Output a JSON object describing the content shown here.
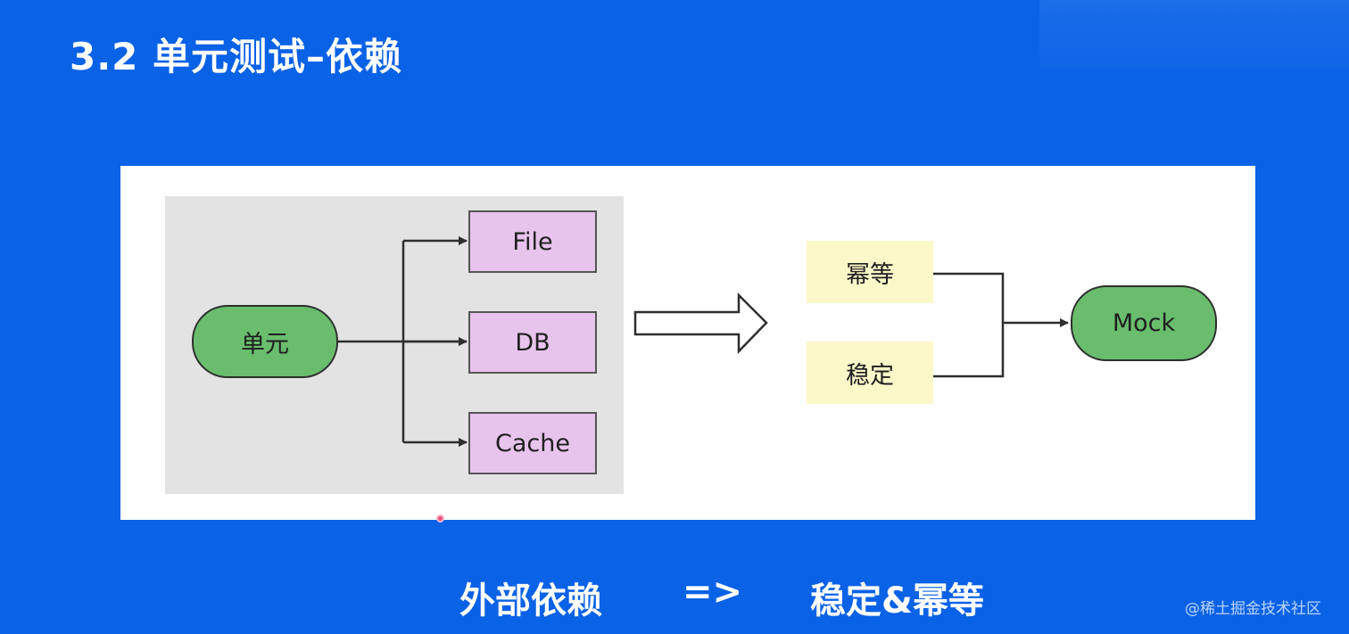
{
  "slide": {
    "title": "3.2 单元测试–依赖"
  },
  "diagram": {
    "source_node": "单元",
    "dependencies": [
      "File",
      "DB",
      "Cache"
    ],
    "properties": [
      "幂等",
      "稳定"
    ],
    "target_node": "Mock"
  },
  "footer": {
    "left": "外部依赖",
    "arrow": "=>",
    "right": "稳定&幂等"
  },
  "watermark": "@稀土掘金技术社区",
  "colors": {
    "background": "#0a62e6",
    "green_node": "#69bd6d",
    "purple_node": "#e7c4ec",
    "yellow_node": "#fdf8c9",
    "group_background": "#e3e3e3"
  }
}
